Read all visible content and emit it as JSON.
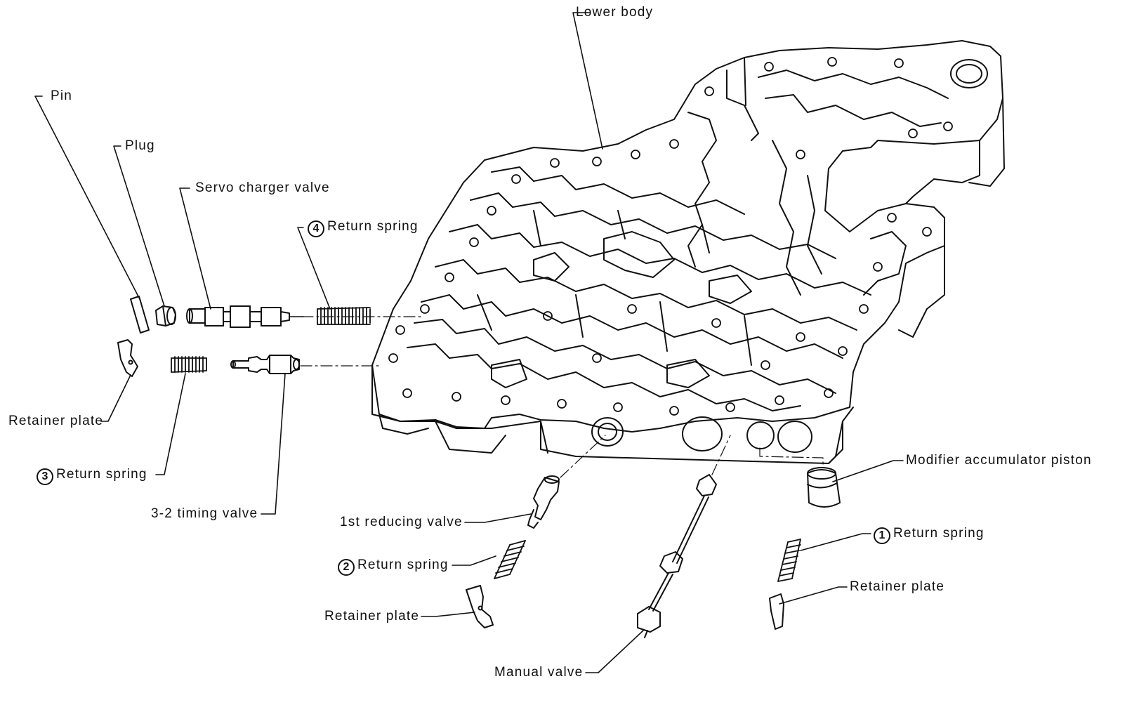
{
  "labels": {
    "lower_body": "Lower body",
    "pin": "Pin",
    "plug": "Plug",
    "servo_charger_valve": "Servo charger valve",
    "return_spring_4": "Return spring",
    "retainer_plate_left": "Retainer plate",
    "return_spring_3": "Return spring",
    "timing_valve_32": "3-2 timing valve",
    "first_reducing_valve": "1st reducing valve",
    "return_spring_2": "Return spring",
    "retainer_plate_bottom": "Retainer plate",
    "manual_valve": "Manual valve",
    "modifier_accumulator_piston": "Modifier accumulator piston",
    "return_spring_1": "Return spring",
    "retainer_plate_right": "Retainer plate"
  },
  "numbers": {
    "n1": "1",
    "n2": "2",
    "n3": "3",
    "n4": "4"
  }
}
